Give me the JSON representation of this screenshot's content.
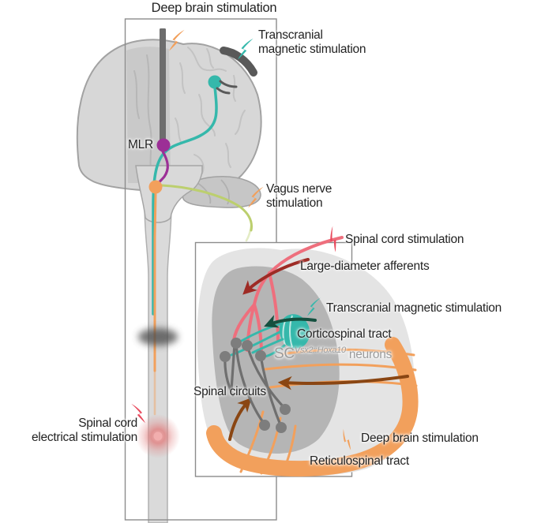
{
  "title": "Deep brain stimulation",
  "labels": {
    "tms_brain": "Transcranial\nmagnetic stimulation",
    "mlr": "MLR",
    "vagus": "Vagus nerve\nstimulation",
    "spinal_cord_stim": "Spinal cord stimulation",
    "large_diameter_afferents": "Large-diameter afferents",
    "tms_inset": "Transcranial magnetic stimulation",
    "corticospinal_tract": "Corticospinal tract",
    "sc_prefix": "SC",
    "sc_superscript": "Vsx2::Hoxa10",
    "sc_suffix": " neurons",
    "spinal_circuits": "Spinal circuits",
    "dbs_inset": "Deep brain stimulation",
    "reticulospinal_tract": "Reticulospinal tract",
    "spinal_cord_electrical": "Spinal cord\nelectrical stimulation"
  },
  "colors": {
    "orange": "#F2A05C",
    "teal": "#35B8AB",
    "pink": "#EE6F7D",
    "red": "#E8495C",
    "dark_red": "#9E2B25",
    "dark_green": "#15503F",
    "purple": "#9C2F96",
    "olive": "#BCCF6E",
    "brown": "#8A4613",
    "neuron_gray": "#7D7D7D",
    "label_text": "#232323",
    "muted_text": "#9B9B9B"
  }
}
